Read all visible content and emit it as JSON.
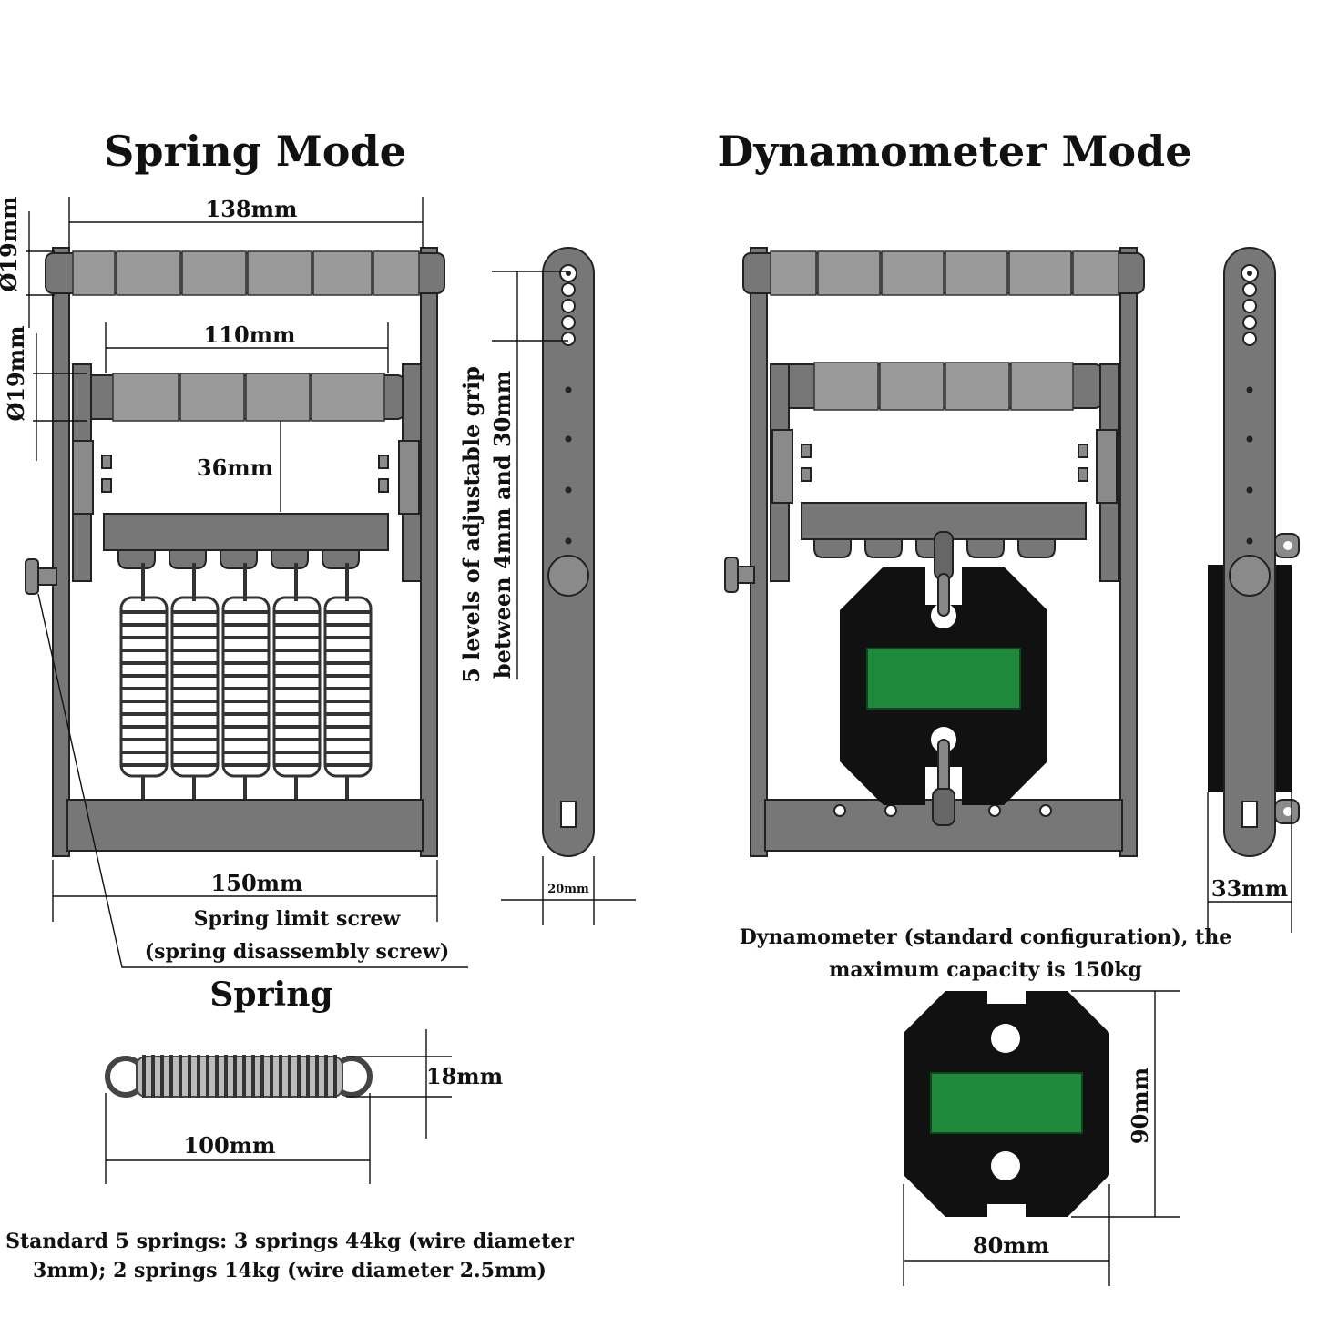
{
  "titles": {
    "spring_mode": "Spring Mode",
    "dynamometer_mode": "Dynamometer Mode",
    "spring": "Spring"
  },
  "dimensions": {
    "top_width": "138mm",
    "inner_width": "110mm",
    "top_diameter": "Ø19mm",
    "inner_diameter": "Ø19mm",
    "gap": "36mm",
    "base_width": "150mm",
    "side_width": "20mm",
    "dyn_side_width": "33mm",
    "spring_height": "18mm",
    "spring_length": "100mm",
    "dyn_height": "90mm",
    "dyn_width": "80mm"
  },
  "labels": {
    "adjustable_line1": "5 levels of adjustable grip",
    "adjustable_line2": "between 4mm and 30mm",
    "screw_line1": "Spring limit screw",
    "screw_line2": "(spring disassembly screw)",
    "dyn_note_line1": "Dynamometer (standard configuration), the",
    "dyn_note_line2": "maximum capacity is 150kg",
    "springs_note_line1": "Standard 5 springs: 3 springs 44kg (wire diameter",
    "springs_note_line2": "3mm); 2 springs 14kg (wire diameter 2.5mm)"
  },
  "colors": {
    "metal": "#777777",
    "display": "#1f8a3c",
    "dynamometer_body": "#111111"
  }
}
